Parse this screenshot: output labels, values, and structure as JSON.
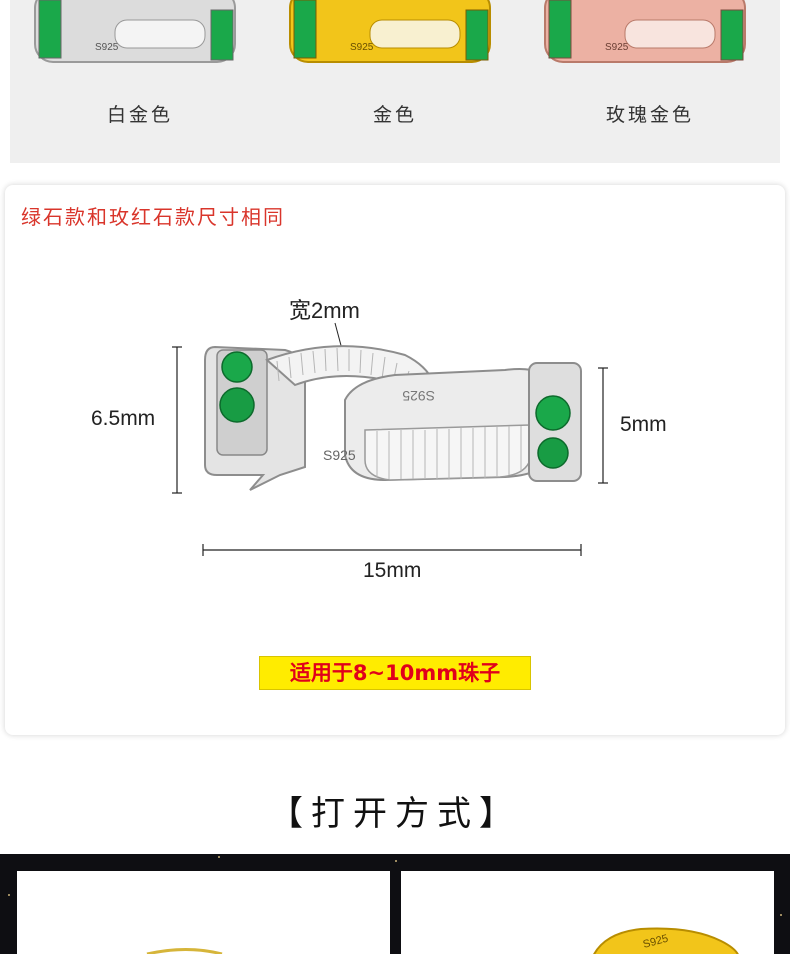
{
  "variants": [
    {
      "label": "白金色",
      "metal_color": "#d8d8d8",
      "stone_color": "#1aa84a"
    },
    {
      "label": "金色",
      "metal_color": "#f2c51a",
      "stone_color": "#1aa84a"
    },
    {
      "label": "玫瑰金色",
      "metal_color": "#ecb1a3",
      "stone_color": "#1aa84a"
    }
  ],
  "size_card": {
    "note": "绿石款和玫红石款尺寸相同",
    "width_label": "宽2mm",
    "height_label": "6.5mm",
    "inner_height_label": "5mm",
    "length_label": "15mm",
    "suitable_label": "适用于8~10mm珠子",
    "stamp_text": "S925"
  },
  "section": {
    "title": "【打开方式】"
  },
  "colors": {
    "accent_red": "#d9352b",
    "badge_yellow": "#ffec00",
    "badge_text": "#e0001b",
    "dark_bg": "#0e0e12"
  }
}
